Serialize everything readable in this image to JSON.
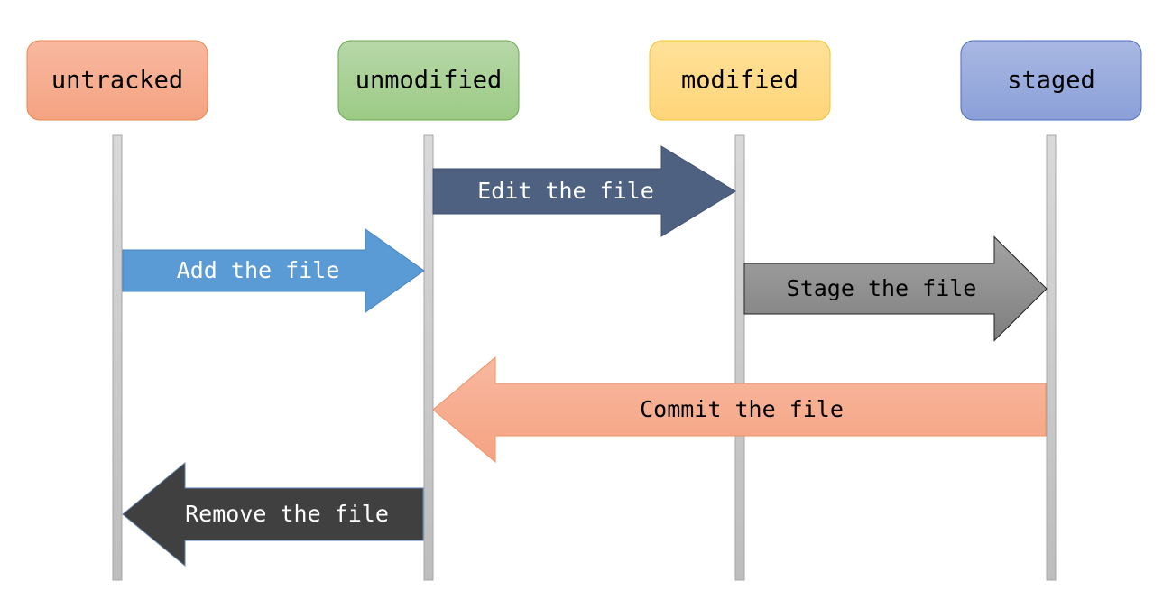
{
  "states": [
    {
      "id": "untracked",
      "label": "untracked",
      "color_top": "#f8b89f",
      "color_bottom": "#f5a382",
      "stroke": "#e8884f"
    },
    {
      "id": "unmodified",
      "label": "unmodified",
      "color_top": "#b7d7a8",
      "color_bottom": "#9ccb85",
      "stroke": "#6aa84f"
    },
    {
      "id": "modified",
      "label": "modified",
      "color_top": "#ffe199",
      "color_bottom": "#ffd57a",
      "stroke": "#f1c232"
    },
    {
      "id": "staged",
      "label": "staged",
      "color_top": "#a9b8e3",
      "color_bottom": "#8ba0d8",
      "stroke": "#4a6ec0"
    }
  ],
  "transitions": [
    {
      "id": "edit",
      "label": "Edit the file",
      "from": "unmodified",
      "to": "modified",
      "fill": "#4f6180",
      "fill_bottom": "#4f6180",
      "stroke": "#3e5070",
      "text_color": "#ffffff"
    },
    {
      "id": "add",
      "label": "Add the file",
      "from": "untracked",
      "to": "unmodified",
      "fill": "#5b9bd5",
      "fill_bottom": "#5b9bd5",
      "stroke": "#4a86c0",
      "text_color": "#ffffff"
    },
    {
      "id": "stage",
      "label": "Stage the file",
      "from": "modified",
      "to": "staged",
      "fill": "#a3a3a3",
      "fill_bottom": "#7f7f7f",
      "stroke": "#222222",
      "text_color": "#000000"
    },
    {
      "id": "commit",
      "label": "Commit the file",
      "from": "staged",
      "to": "unmodified",
      "fill": "#f8b89f",
      "fill_bottom": "#f5a382",
      "stroke": "#ee9266",
      "text_color": "#000000"
    },
    {
      "id": "remove",
      "label": "Remove the file",
      "from": "unmodified",
      "to": "untracked",
      "fill": "#404040",
      "fill_bottom": "#404040",
      "stroke": "#5b7fb0",
      "text_color": "#ffffff"
    }
  ],
  "lifeline_color_light": "#d9d9d9",
  "lifeline_color_dark": "#bdbdbd"
}
